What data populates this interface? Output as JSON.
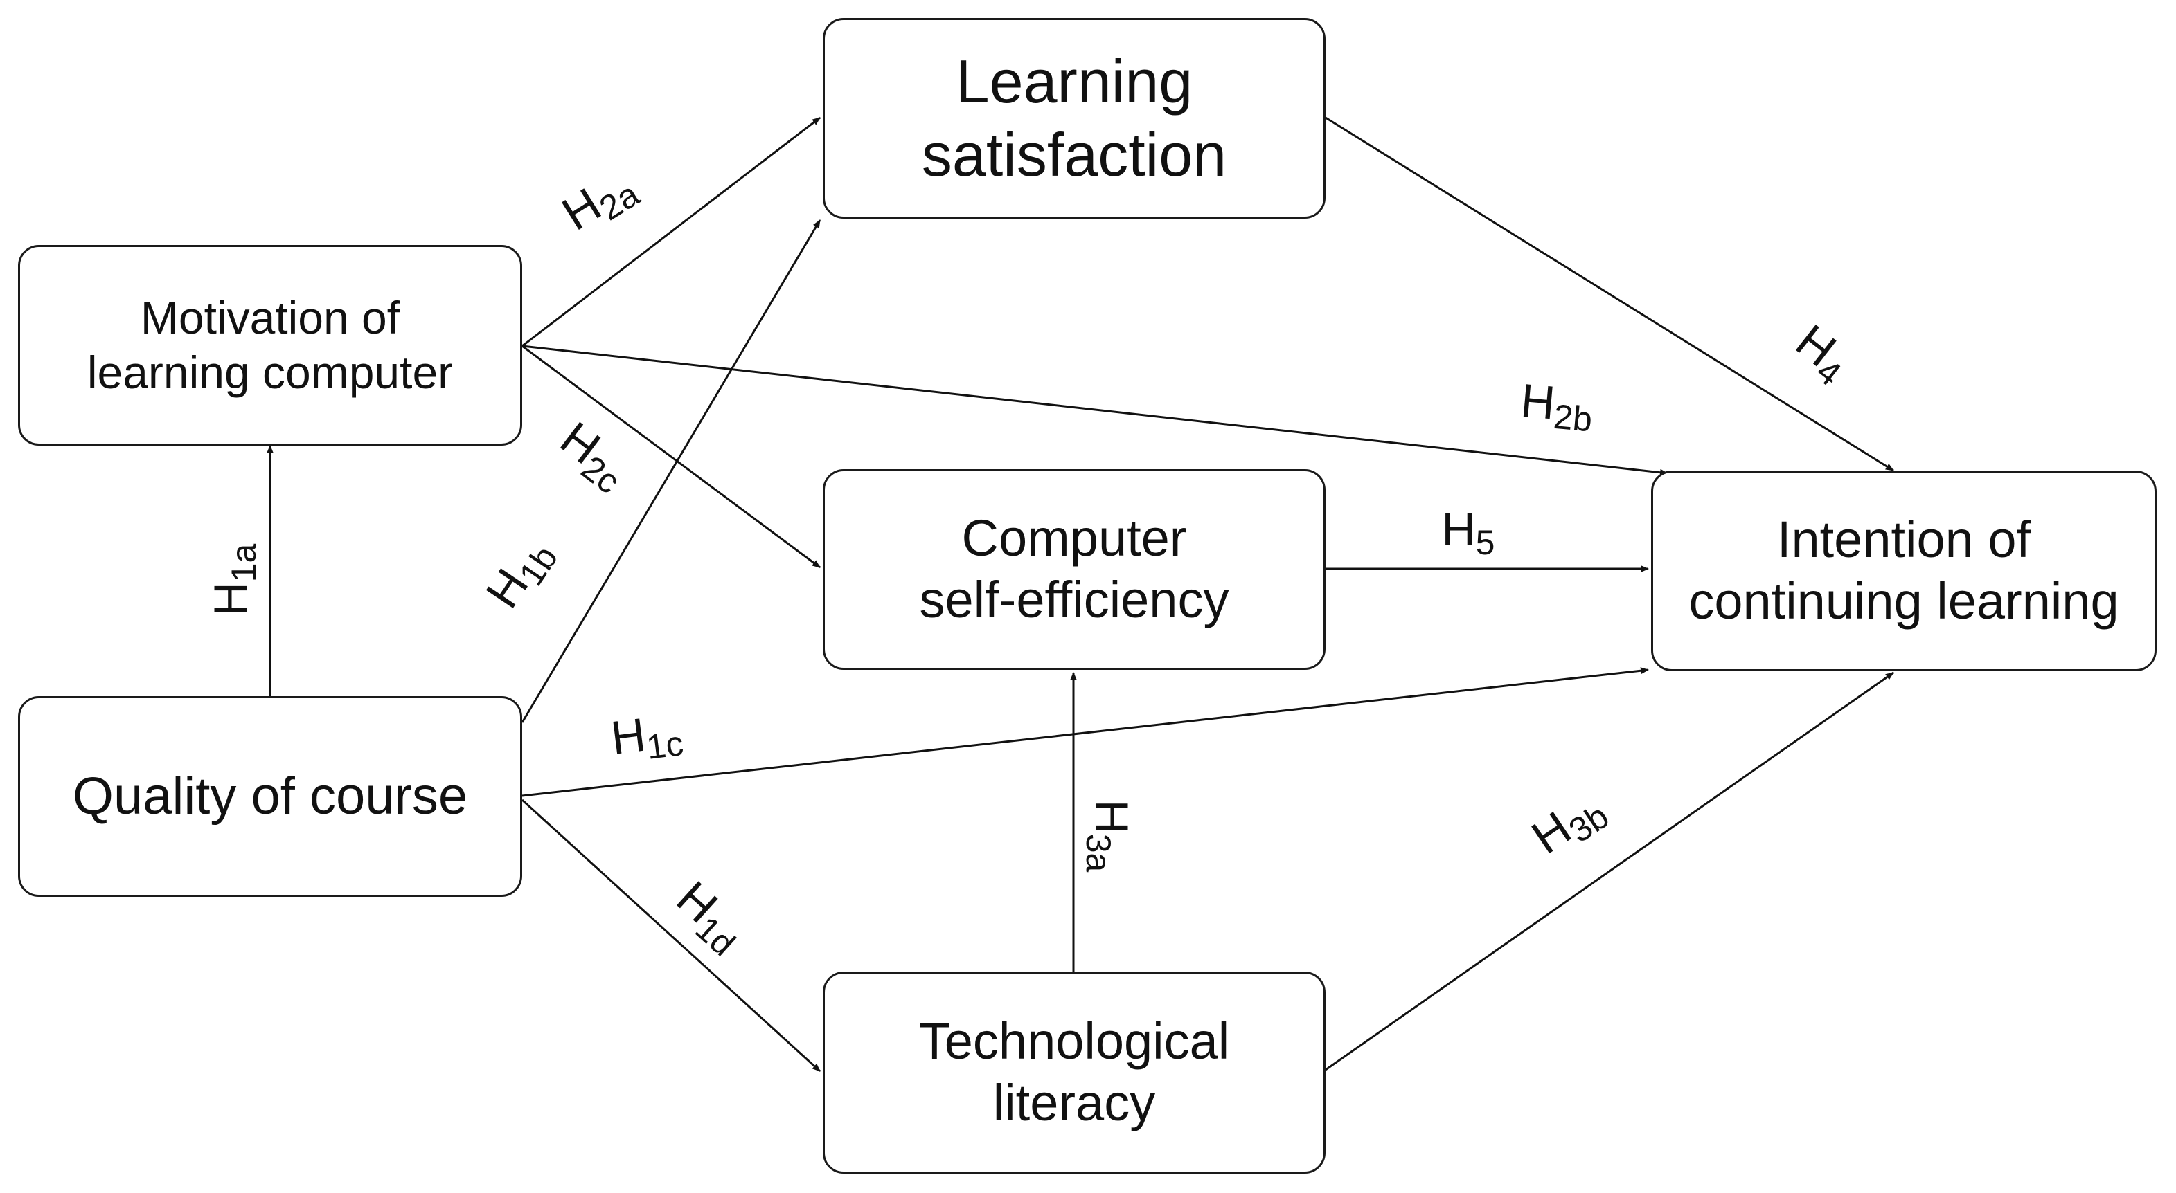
{
  "nodes": {
    "learning_satisfaction": {
      "line1": "Learning",
      "line2": "satisfaction"
    },
    "motivation": {
      "line1": "Motivation of",
      "line2": "learning computer"
    },
    "quality": {
      "line1": "Quality of course"
    },
    "computer_self_efficiency": {
      "line1": "Computer",
      "line2": "self-efficiency"
    },
    "intention": {
      "line1": "Intention of",
      "line2": "continuing learning"
    },
    "technological_literacy": {
      "line1": "Technological",
      "line2": "literacy"
    }
  },
  "hypotheses": [
    {
      "id": "H1a",
      "base": "H",
      "sub": "1a",
      "from": "Quality of course",
      "to": "Motivation of learning computer"
    },
    {
      "id": "H1b",
      "base": "H",
      "sub": "1b",
      "from": "Quality of course",
      "to": "Learning satisfaction"
    },
    {
      "id": "H1c",
      "base": "H",
      "sub": "1c",
      "from": "Quality of course",
      "to": "Intention of continuing learning"
    },
    {
      "id": "H1d",
      "base": "H",
      "sub": "1d",
      "from": "Quality of course",
      "to": "Technological literacy"
    },
    {
      "id": "H2a",
      "base": "H",
      "sub": "2a",
      "from": "Motivation of learning computer",
      "to": "Learning satisfaction"
    },
    {
      "id": "H2b",
      "base": "H",
      "sub": "2b",
      "from": "Motivation of learning computer",
      "to": "Intention of continuing learning"
    },
    {
      "id": "H2c",
      "base": "H",
      "sub": "2c",
      "from": "Motivation of learning computer",
      "to": "Computer self-efficiency"
    },
    {
      "id": "H3a",
      "base": "H",
      "sub": "3a",
      "from": "Technological literacy",
      "to": "Computer self-efficiency"
    },
    {
      "id": "H3b",
      "base": "H",
      "sub": "3b",
      "from": "Technological literacy",
      "to": "Intention of continuing learning"
    },
    {
      "id": "H4",
      "base": "H",
      "sub": "4",
      "from": "Learning satisfaction",
      "to": "Intention of continuing learning"
    },
    {
      "id": "H5",
      "base": "H",
      "sub": "5",
      "from": "Computer self-efficiency",
      "to": "Intention of continuing learning"
    }
  ]
}
